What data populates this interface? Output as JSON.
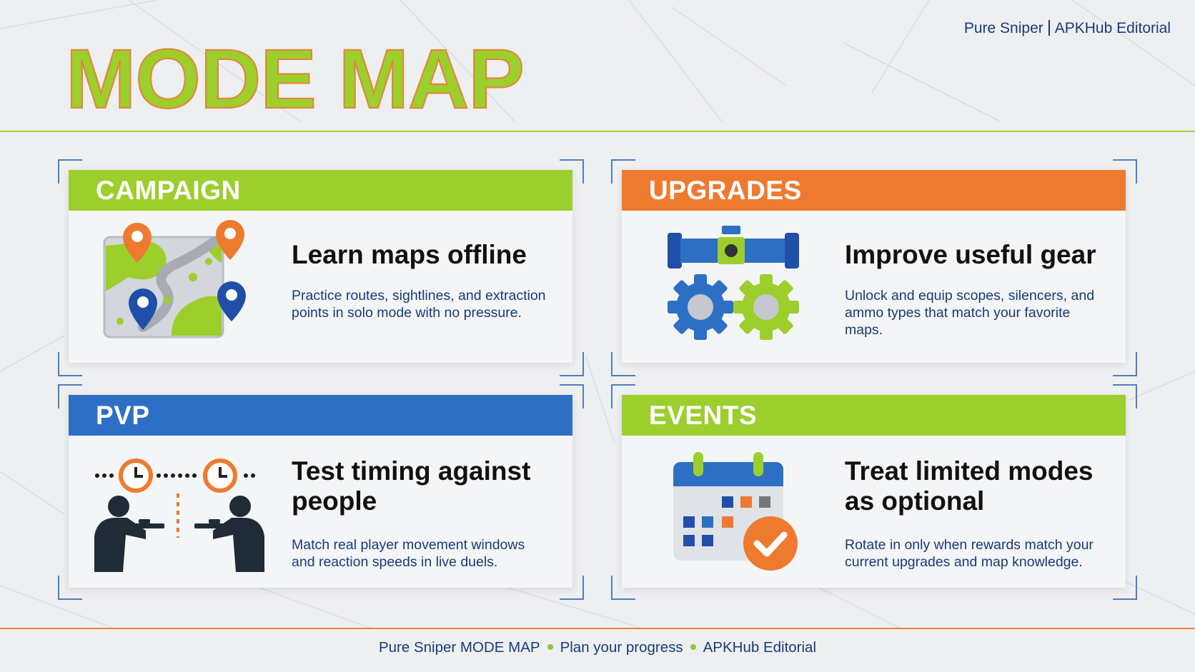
{
  "header": {
    "brand_left": "Pure Sniper",
    "brand_right": "APKHub Editorial",
    "title": "MODE MAP"
  },
  "colors": {
    "green": "#9cce2c",
    "orange": "#ee7a2f",
    "blue": "#2e6fc6",
    "navy": "#173a7a"
  },
  "cards": [
    {
      "label": "CAMPAIGN",
      "headline": "Learn maps offline",
      "description": "Practice routes, sightlines, and extraction points in solo mode with no pressure.",
      "icon": "map-pins-icon"
    },
    {
      "label": "UPGRADES",
      "headline": "Improve useful gear",
      "description": "Unlock and equip scopes, silencers, and ammo types that match your favorite maps.",
      "icon": "scope-gears-icon"
    },
    {
      "label": "PVP",
      "headline": "Test timing against people",
      "description": "Match real player movement windows and reaction speeds in live duels.",
      "icon": "duel-timers-icon"
    },
    {
      "label": "EVENTS",
      "headline": "Treat limited modes as optional",
      "description": "Rotate in only when rewards match your current upgrades and map knowledge.",
      "icon": "calendar-check-icon"
    }
  ],
  "footer": {
    "part1": "Pure Sniper MODE MAP",
    "part2": "Plan your progress",
    "part3": "APKHub Editorial"
  }
}
